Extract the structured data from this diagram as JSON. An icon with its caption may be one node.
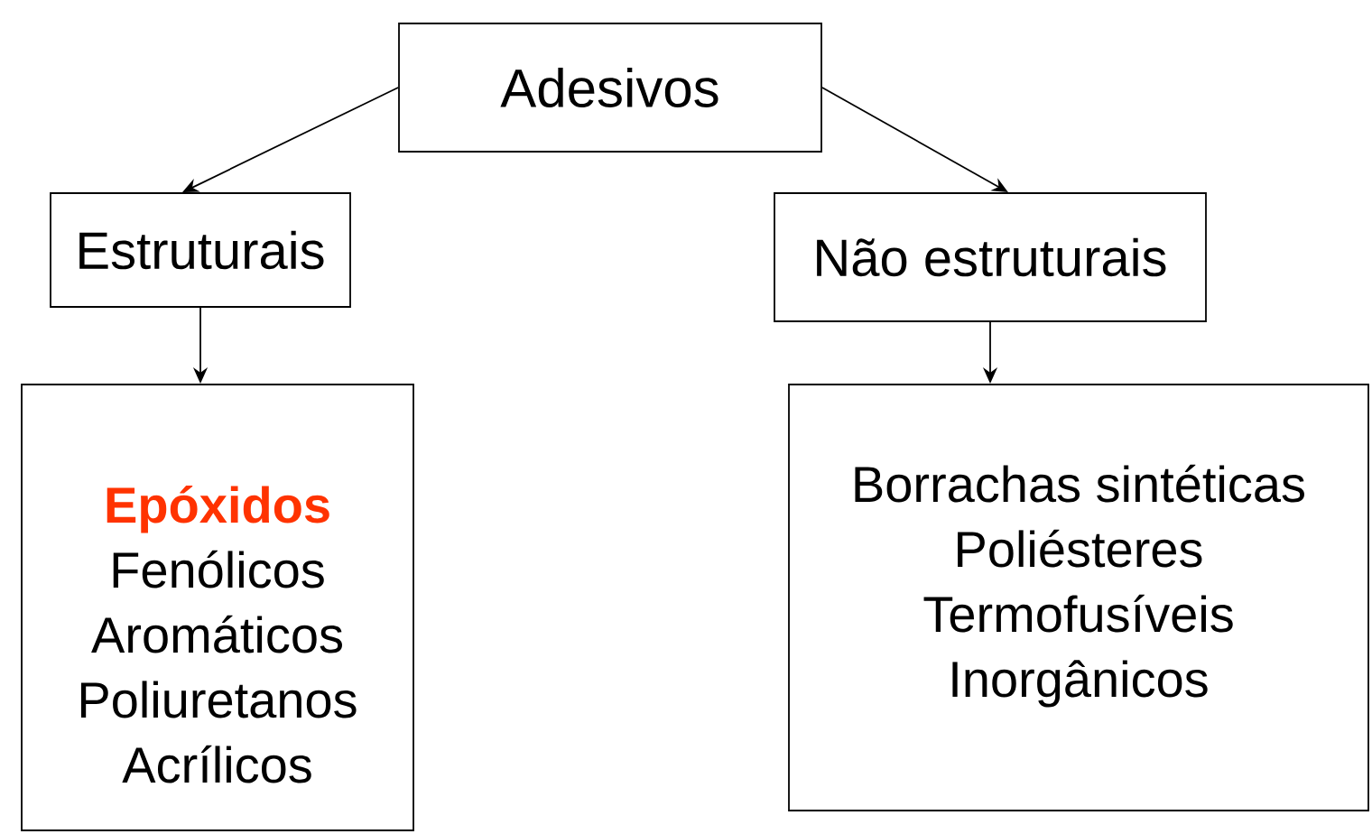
{
  "diagram": {
    "nodes": [
      {
        "text": [
          "Adesivos"
        ]
      },
      {
        "text": [
          "Estruturais"
        ]
      },
      {
        "text": [
          "Não estruturais"
        ]
      },
      {
        "text": [
          "Epóxidos",
          "Fenólicos",
          "Aromáticos",
          "Poliuretanos",
          "Acrílicos"
        ]
      },
      {
        "text": [
          "Borrachas sintéticas",
          "Poliésteres",
          "Termofusíveis",
          "Inorgânicos"
        ]
      }
    ],
    "edges": [
      {
        "from": 0,
        "to": 1,
        "arrow": "to"
      },
      {
        "from": 0,
        "to": 2,
        "arrow": "to"
      },
      {
        "from": 1,
        "to": 3,
        "arrow": "to"
      },
      {
        "from": 2,
        "to": 4,
        "arrow": "to"
      }
    ]
  }
}
